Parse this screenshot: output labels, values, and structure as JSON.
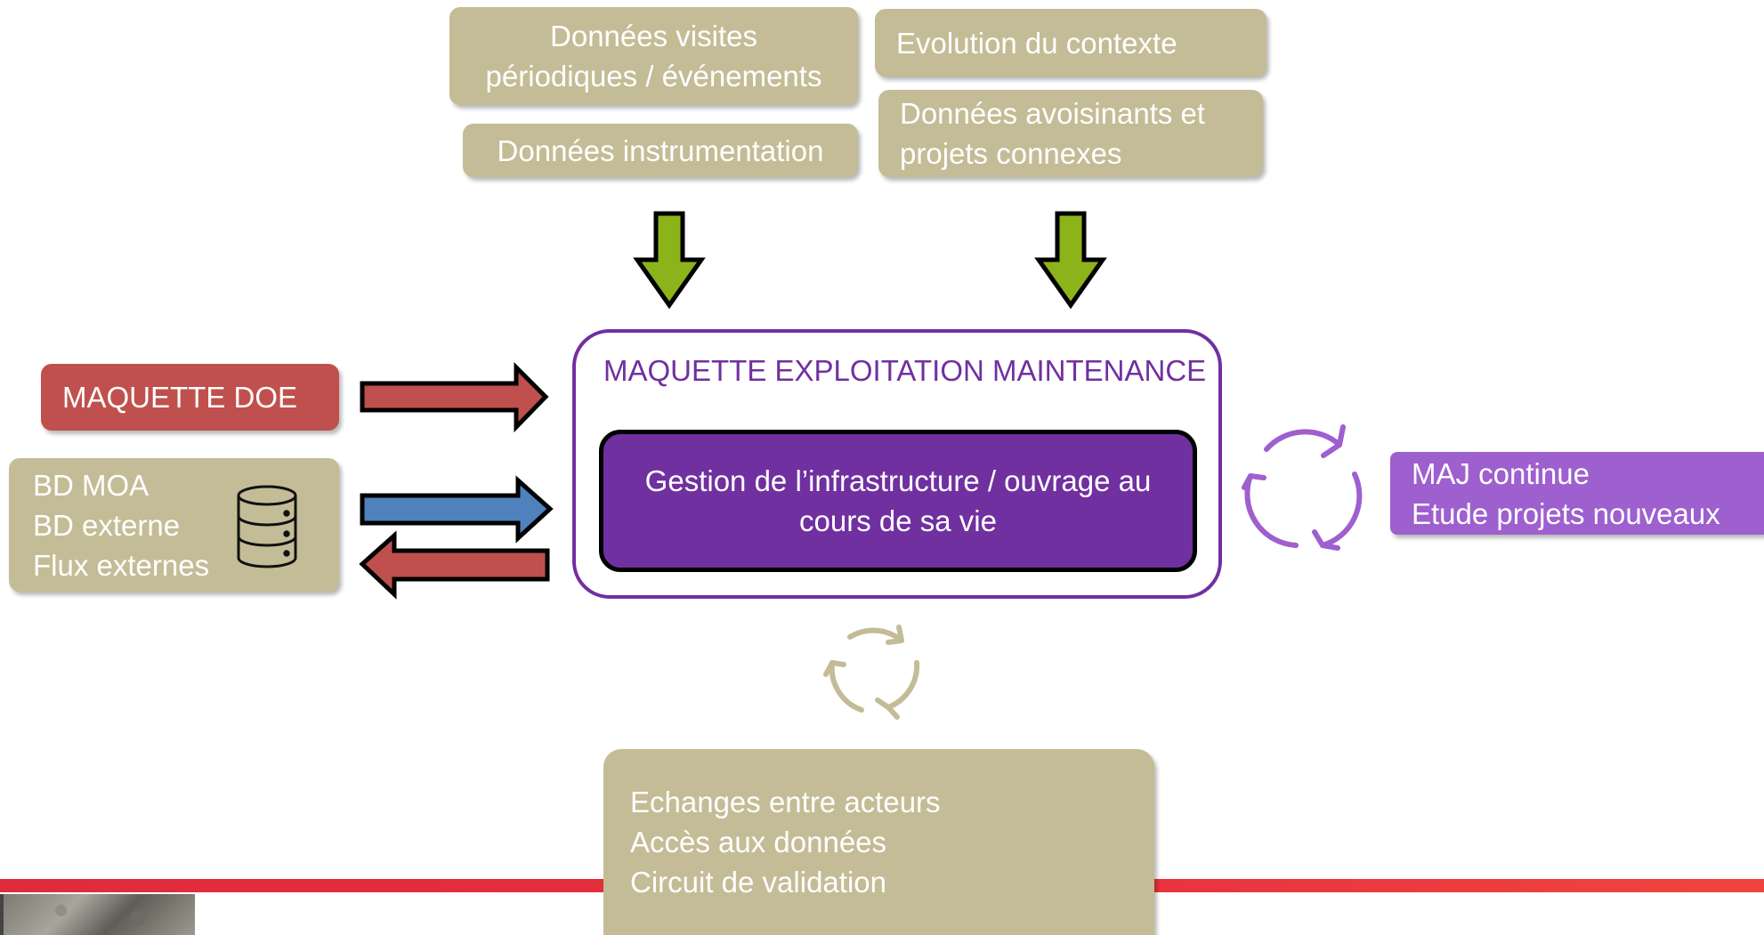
{
  "top_boxes": {
    "visites": [
      "Données visites",
      "périodiques / événements"
    ],
    "instrumentation": "Données instrumentation",
    "evolution": "Evolution du contexte",
    "avoisinants": [
      "Données avoisinants et",
      "projets connexes"
    ]
  },
  "left_boxes": {
    "maquette_doe": "MAQUETTE DOE",
    "bd_lines": [
      "BD MOA",
      "BD externe",
      "Flux externes"
    ]
  },
  "center": {
    "title": "MAQUETTE EXPLOITATION MAINTENANCE",
    "gestion_lines": [
      "Gestion de l’infrastructure / ouvrage au",
      "cours de sa vie"
    ]
  },
  "right_box": {
    "lines": [
      "MAJ continue",
      "Etude projets nouveaux"
    ]
  },
  "bottom_box": {
    "lines": [
      "Echanges entre acteurs",
      "Accès aux données",
      "Circuit de validation"
    ]
  },
  "colors": {
    "tan": "#c4bc96",
    "red": "#c0504d",
    "blue": "#4f81bd",
    "green": "#8db31b",
    "purple": "#7030a0",
    "light_purple": "#9e5fcf",
    "band": "#e8303e"
  },
  "icons": [
    "down-arrow-icon",
    "right-arrow-icon",
    "left-arrow-icon",
    "database-icon",
    "cycle-icon"
  ]
}
